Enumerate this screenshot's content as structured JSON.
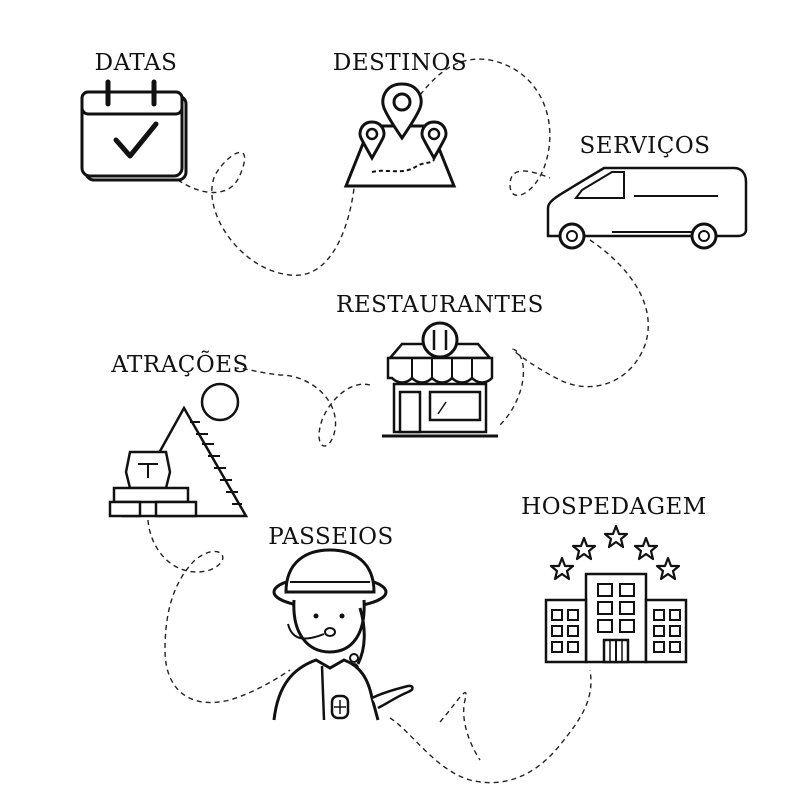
{
  "items": {
    "datas": {
      "label": "DATAS",
      "icon": "calendar-check-icon"
    },
    "destinos": {
      "label": "DESTINOS",
      "icon": "map-pins-icon"
    },
    "servicos": {
      "label": "SERVIÇOS",
      "icon": "van-icon"
    },
    "restaurantes": {
      "label": "RESTAURANTES",
      "icon": "storefront-icon"
    },
    "atracoes": {
      "label": "ATRAÇÕES",
      "icon": "pyramid-sphinx-icon"
    },
    "passeios": {
      "label": "PASSEIOS",
      "icon": "tour-guide-icon"
    },
    "hospedagem": {
      "label": "HOSPEDAGEM",
      "icon": "hotel-stars-icon"
    }
  },
  "colors": {
    "ink": "#111111",
    "background": "#ffffff"
  }
}
